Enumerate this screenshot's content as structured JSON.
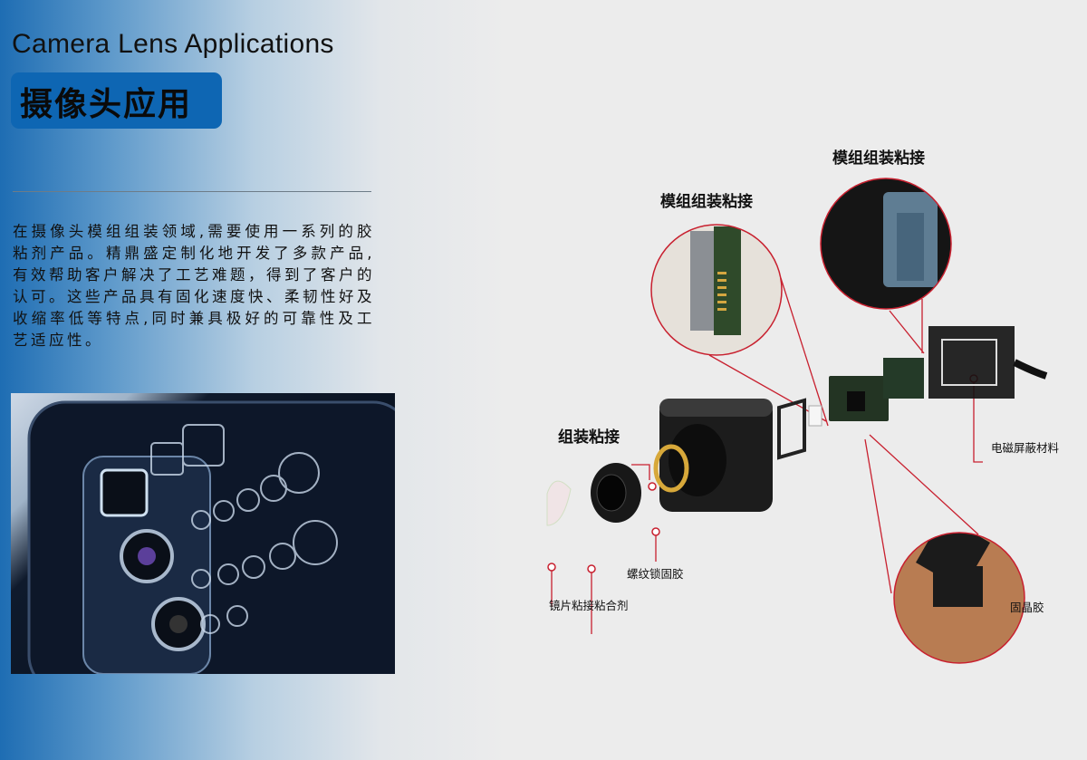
{
  "header": {
    "title_en": "Camera Lens Applications",
    "title_cn": "摄像头应用"
  },
  "description": "在摄像头模组组装领域,需要使用一系列的胶粘剂产品。精鼎盛定制化地开发了多款产品,有效帮助客户解决了工艺难题，得到了客户的认可。这些产品具有固化速度快、柔韧性好及收缩率低等特点,同时兼具极好的可靠性及工艺适应性。",
  "diagram": {
    "labels": {
      "module_bonding_1": "模组组装粘接",
      "module_bonding_2": "模组组装粘接",
      "assembly_bonding": "组装粘接",
      "thread_locking": "螺纹锁固胶",
      "lens_bonding": "镜片粘接粘合剂",
      "emi_shielding": "电磁屏蔽材料",
      "die_attach": "固晶胶"
    },
    "colors": {
      "callout": "#c8202f",
      "accent": "#0e66b3"
    }
  }
}
